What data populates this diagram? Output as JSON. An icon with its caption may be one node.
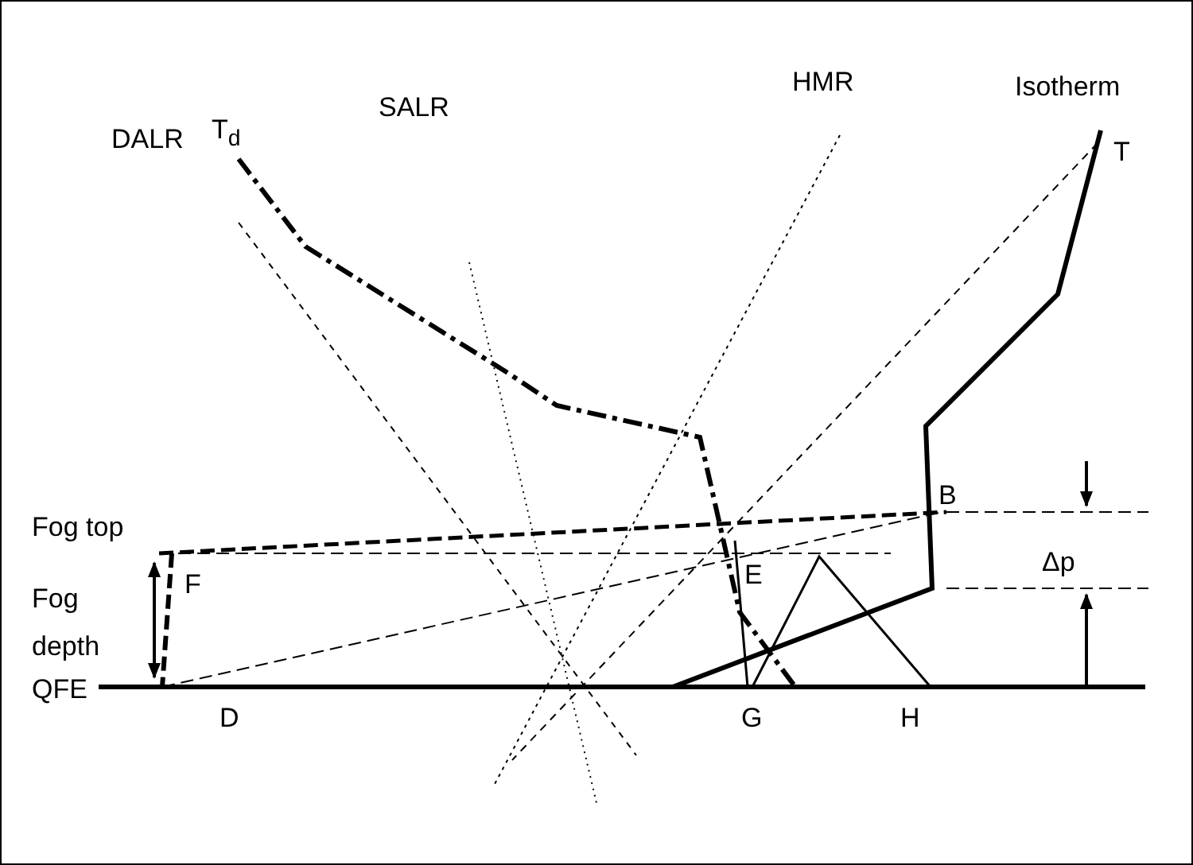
{
  "diagram": {
    "labels": [
      "T$_{d}$",
      "SALR",
      "HMR",
      "Isotherm",
      "DALR",
      "T",
      "B",
      "Fog top",
      "F",
      "E",
      "Δp",
      "Fog depth",
      "QFE",
      "D",
      "G",
      "H"
    ]
  }
}
